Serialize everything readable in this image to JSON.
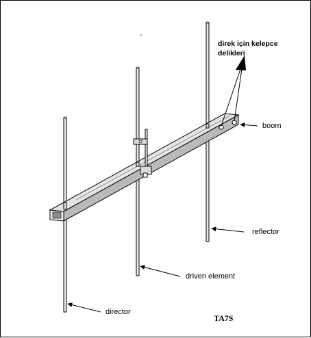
{
  "annotation": {
    "line1": "direk için kelepce",
    "line2": "delikleri"
  },
  "labels": {
    "boom": "boom",
    "reflector": "reflector",
    "driven": "driven element",
    "director": "director"
  },
  "signature": "TA7S",
  "colors": {
    "boom_top": "#e4e4e4",
    "boom_side": "#b9b9b9",
    "element_fill": "#e8e8e8",
    "line": "#000000"
  }
}
